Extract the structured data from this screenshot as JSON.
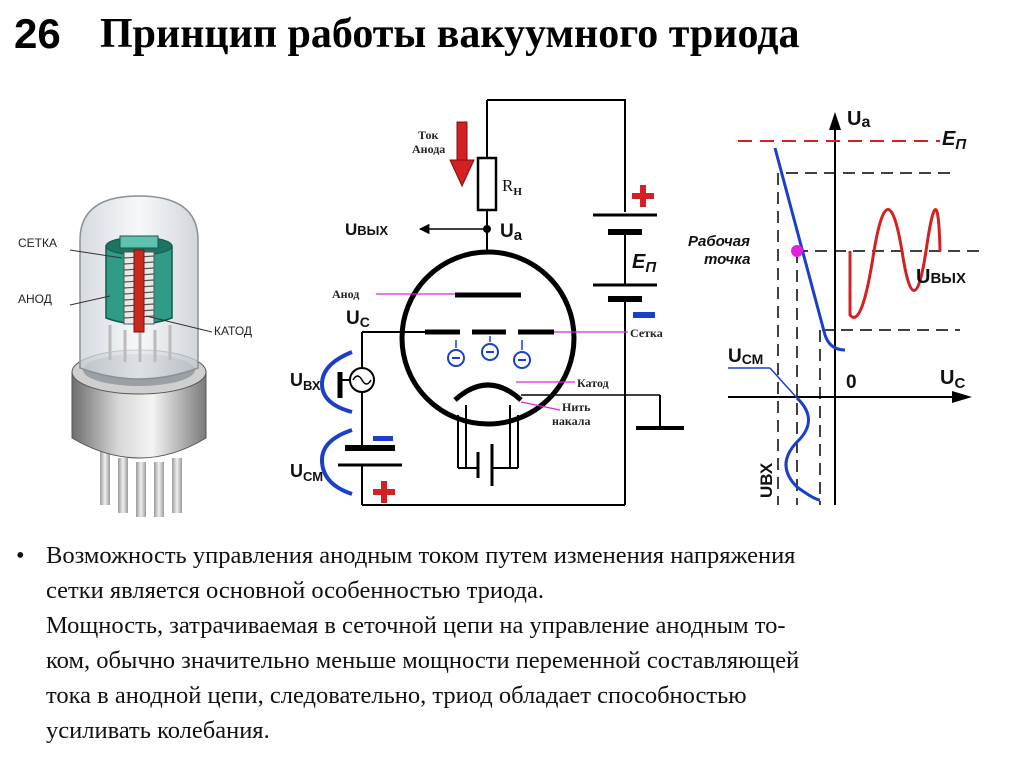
{
  "header": {
    "number": "26",
    "title": "Принцип работы вакуумного триода"
  },
  "tube_labels": {
    "grid": "СЕТКА",
    "anode": "АНОД",
    "cathode": "КАТОД"
  },
  "circuit_labels": {
    "anode_current_line1": "Ток",
    "anode_current_line2": "Анода",
    "load_resistor": "R",
    "load_sub": "Н",
    "output": "U",
    "output_sub": "ВЫХ",
    "anode_voltage": "U",
    "anode_voltage_sub": "а",
    "anode": "Анод",
    "grid_voltage": "U",
    "grid_voltage_sub": "С",
    "grid": "Сетка",
    "cathode": "Катод",
    "filament_line1": "Нить",
    "filament_line2": "накала",
    "input": "U",
    "input_sub": "ВХ",
    "bias": "U",
    "bias_sub": "СМ",
    "supply": "E",
    "supply_sub": "П",
    "plus": "+",
    "minus": "−",
    "electron": "−"
  },
  "graph_labels": {
    "y_axis": "U",
    "y_axis_sub": "а",
    "x_axis": "U",
    "x_axis_sub": "С",
    "supply": "E",
    "supply_sub": "П",
    "operating_point_line1": "Рабочая",
    "operating_point_line2": "точка",
    "output": "U",
    "output_sub": "ВЫХ",
    "bias": "U",
    "bias_sub": "СМ",
    "origin": "0",
    "input_vertical": "UВХ"
  },
  "colors": {
    "red": "#d42020",
    "blue": "#1a3fc8",
    "magenta": "#e020e0",
    "teal": "#2a8a7a"
  },
  "body": {
    "bullet": "•",
    "lines": [
      "Возможность управления анодным током путем изменения напряжения",
      "сетки является основной особенностью триода.",
      "Мощность, затрачиваемая в сеточной цепи на управление анодным то-",
      "ком, обычно значительно меньше мощности переменной составляющей",
      "тока в анодной цепи, следовательно, триод обладает способностью",
      "усиливать колебания."
    ]
  }
}
